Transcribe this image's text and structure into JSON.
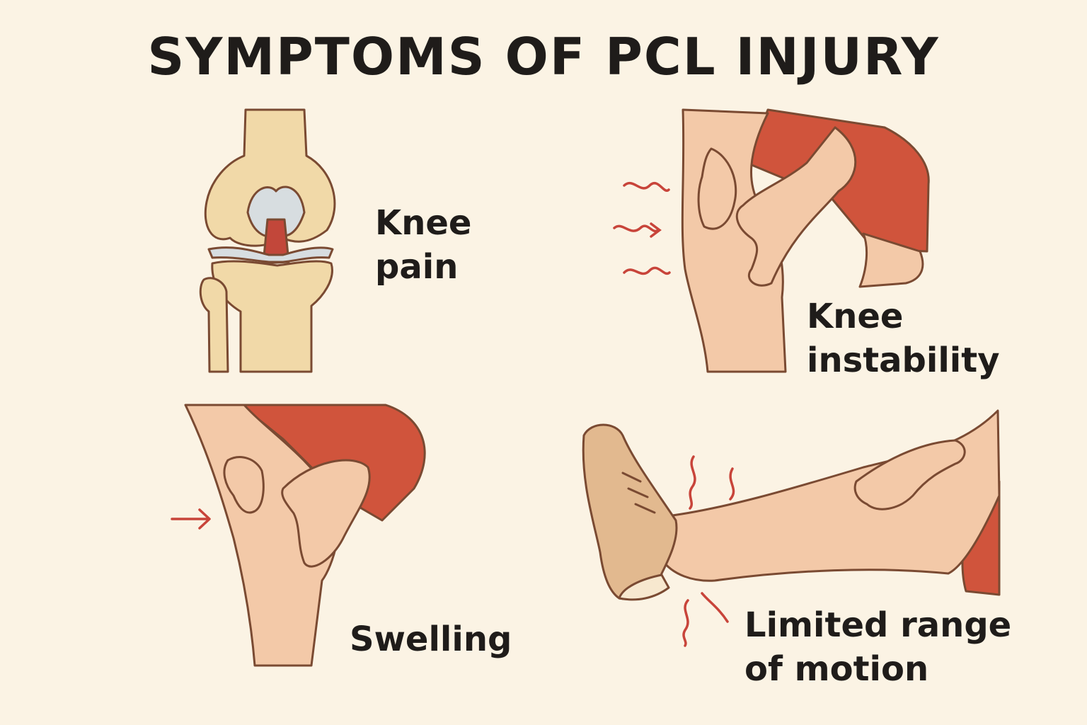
{
  "title": "SYMPTOMS OF PCL INJURY",
  "panels": [
    {
      "line1": "Knee",
      "line2": "pain",
      "illustration": "knee-joint-anatomy"
    },
    {
      "line1": "Knee",
      "line2": "instability",
      "illustration": "hands-holding-knee"
    },
    {
      "line1": "Swelling",
      "illustration": "hands-pressing-swollen-knee"
    },
    {
      "line1": "Limited range",
      "line2": "of motion",
      "illustration": "extended-leg-with-shoe"
    }
  ],
  "colors": {
    "background": "#fbf3e4",
    "skin": "#f3c9a8",
    "shorts": "#d0543c",
    "bone": "#f1d9a8",
    "ligament": "#c2473a",
    "accent": "#c8443a"
  }
}
